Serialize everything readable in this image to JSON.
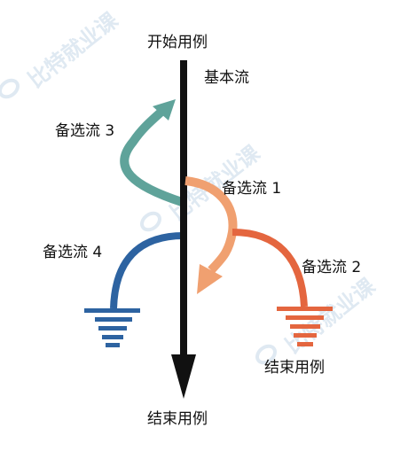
{
  "labels": {
    "start": "开始用例",
    "basic_flow": "基本流",
    "alt_flow_1": "备选流 1",
    "alt_flow_2": "备选流 2",
    "alt_flow_3": "备选流 3",
    "alt_flow_4": "备选流 4",
    "end_main": "结束用例",
    "end_alt": "结束用例"
  },
  "watermark": {
    "text": "比特就业课"
  },
  "colors": {
    "basic_flow": "#111111",
    "alt_flow_1": "#f0a070",
    "alt_flow_2": "#e4663f",
    "alt_flow_3": "#5fa39a",
    "alt_flow_4": "#2d63a1",
    "watermark": "#dfe9f2"
  }
}
